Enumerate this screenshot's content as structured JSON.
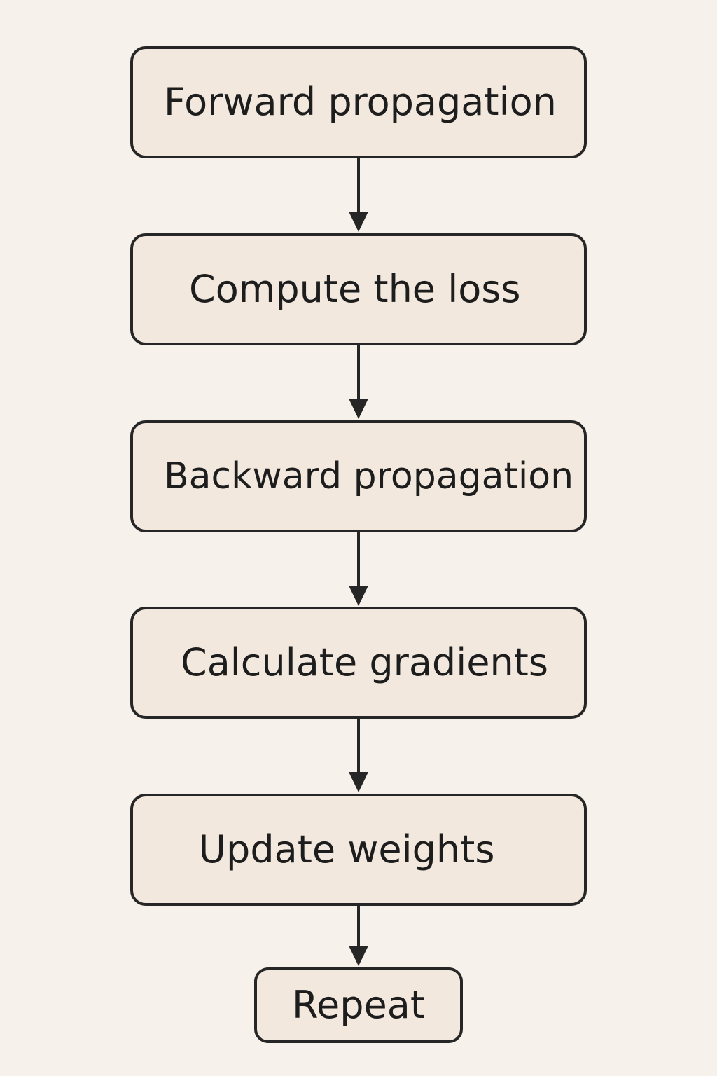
{
  "steps": [
    {
      "label": "Forward propagation"
    },
    {
      "label": "Compute the loss"
    },
    {
      "label": "Backward propagation"
    },
    {
      "label": "Calculate gradients"
    },
    {
      "label": "Update weights"
    },
    {
      "label": "Repeat"
    }
  ],
  "colors": {
    "background": "#f6f2eb",
    "box_fill": "#f2e8dd",
    "stroke": "#262626",
    "text": "#1d1d1d"
  }
}
